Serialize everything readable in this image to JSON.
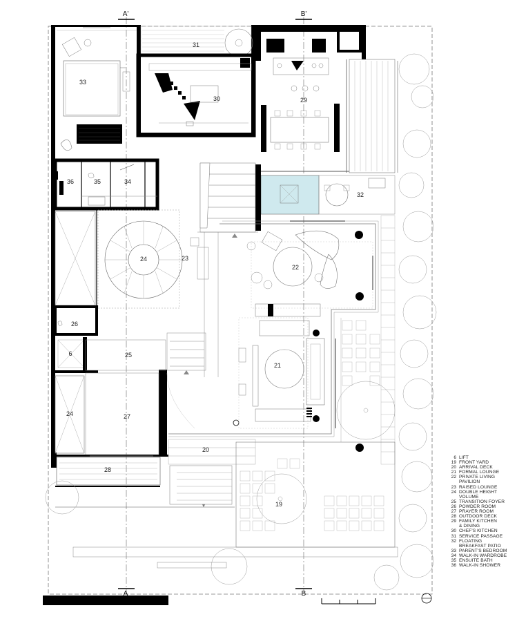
{
  "rooms": [
    {
      "num": "6",
      "name": "LIFT"
    },
    {
      "num": "19",
      "name": "FRONT YARD"
    },
    {
      "num": "20",
      "name": "ARRIVAL DECK"
    },
    {
      "num": "21",
      "name": "FORMAL LOUNGE"
    },
    {
      "num": "22",
      "name": "PRIVATE LIVING"
    },
    {
      "num": "",
      "name": "PAVILION"
    },
    {
      "num": "23",
      "name": "RAISED LOUNGE"
    },
    {
      "num": "24",
      "name": "DOUBLE HEIGHT"
    },
    {
      "num": "",
      "name": "VOLUME"
    },
    {
      "num": "25",
      "name": "TRANSITION FOYER"
    },
    {
      "num": "26",
      "name": "POWDER ROOM"
    },
    {
      "num": "27",
      "name": "PRAYER ROOM"
    },
    {
      "num": "28",
      "name": "OUTDOOR DECK"
    },
    {
      "num": "29",
      "name": "FAMILY KITCHEN"
    },
    {
      "num": "",
      "name": "& DINING"
    },
    {
      "num": "30",
      "name": "CHEF'S KITCHEN"
    },
    {
      "num": "31",
      "name": "SERVICE PASSAGE"
    },
    {
      "num": "32",
      "name": "FLOATING"
    },
    {
      "num": "",
      "name": "BREAKFAST PATIO"
    },
    {
      "num": "33",
      "name": "PARENT'S BEDROOM"
    },
    {
      "num": "34",
      "name": "WALK-IN WARDROBE"
    },
    {
      "num": "35",
      "name": "ENSUITE BATH"
    },
    {
      "num": "36",
      "name": "WALK-IN SHOWER"
    }
  ],
  "plan_labels": {
    "l6": "6",
    "l19": "19",
    "l20": "20",
    "l21": "21",
    "l22": "22",
    "l23": "23",
    "l24a": "24",
    "l24b": "24",
    "l25": "25",
    "l26": "26",
    "l27": "27",
    "l28": "28",
    "l29": "29",
    "l30": "30",
    "l31": "31",
    "l32": "32",
    "l33": "33",
    "l34": "34",
    "l35": "35",
    "l36": "36"
  },
  "section_markers": {
    "a_top": "A'",
    "b_top": "B'",
    "a_bottom": "A",
    "b_bottom": "B"
  },
  "colors": {
    "wall": "#000000",
    "line": "#555555",
    "light_line": "#aaaaaa",
    "glass": "#cfe9ee"
  }
}
